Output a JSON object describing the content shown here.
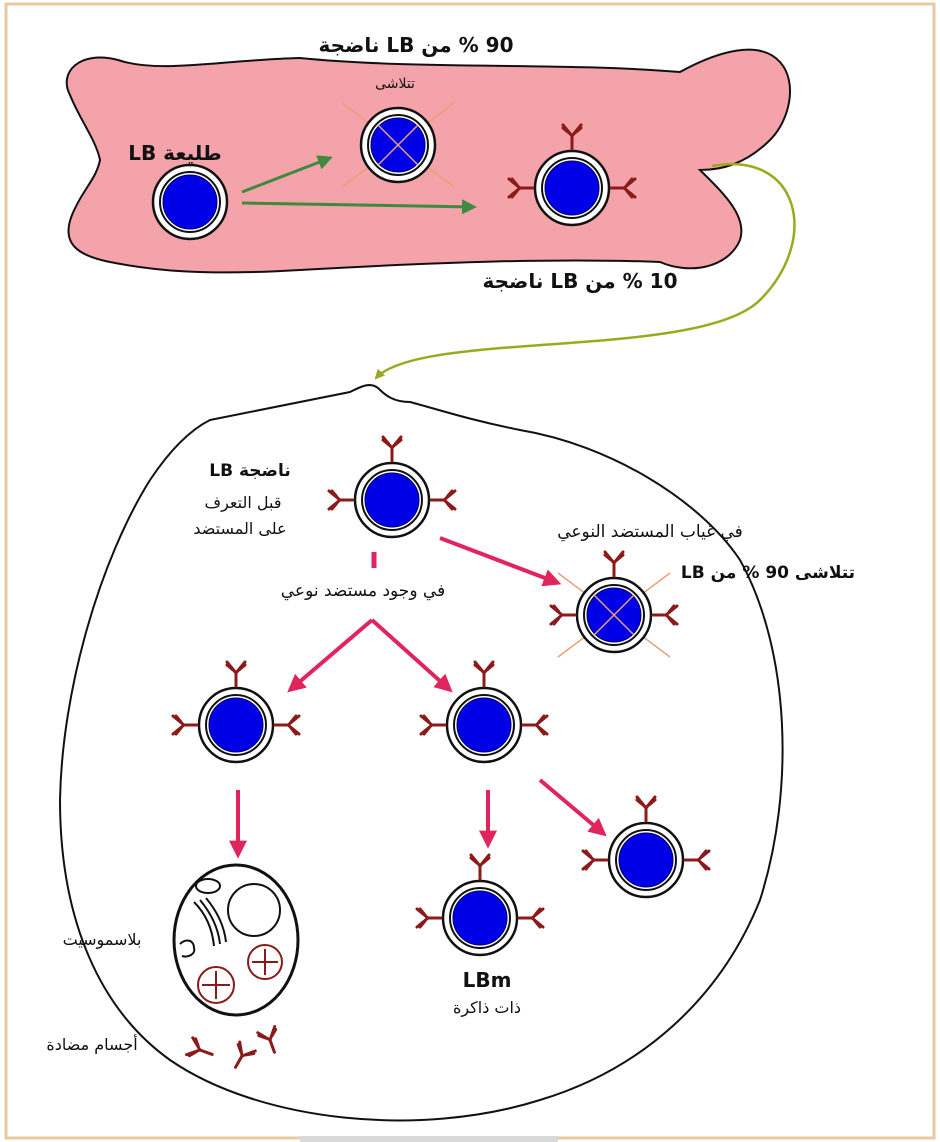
{
  "colors": {
    "bone_fill": "#f4a3ab",
    "frame_border": "#e8c9a0",
    "nucleus": "#0000e6",
    "arrow_green": "#3f8a3f",
    "arrow_pink": "#e0245e",
    "connector_olive": "#9aaa1f",
    "antibody": "#8b1a1a",
    "apoptosis_line": "#e8a07a"
  },
  "bone_marrow": {
    "immature_lb": "طليعة LB",
    "mature_90": "90 % من LB ناضجة",
    "apoptosis": "تتلاشى",
    "mature_10": "10 % من LB ناضجة"
  },
  "lymph_organ": {
    "mature_before_recognition": [
      "LB ناضجة",
      "قبل التعرف",
      "على المستضد"
    ],
    "absence_antigen": [
      "في غياب المستضد النوعي",
      "تتلاشى 90 % من LB"
    ],
    "presence_antigen": "في وجود مستضد نوعي",
    "plasmocyte": "بلاسموسيت",
    "antibodies": "أجسام مضادة",
    "memory_cell": "LBm",
    "memory_caption": "ذات ذاكرة"
  },
  "icons": [
    "b-lymphocyte-icon",
    "antibody-icon",
    "plasmocyte-icon",
    "apoptosis-icon"
  ]
}
